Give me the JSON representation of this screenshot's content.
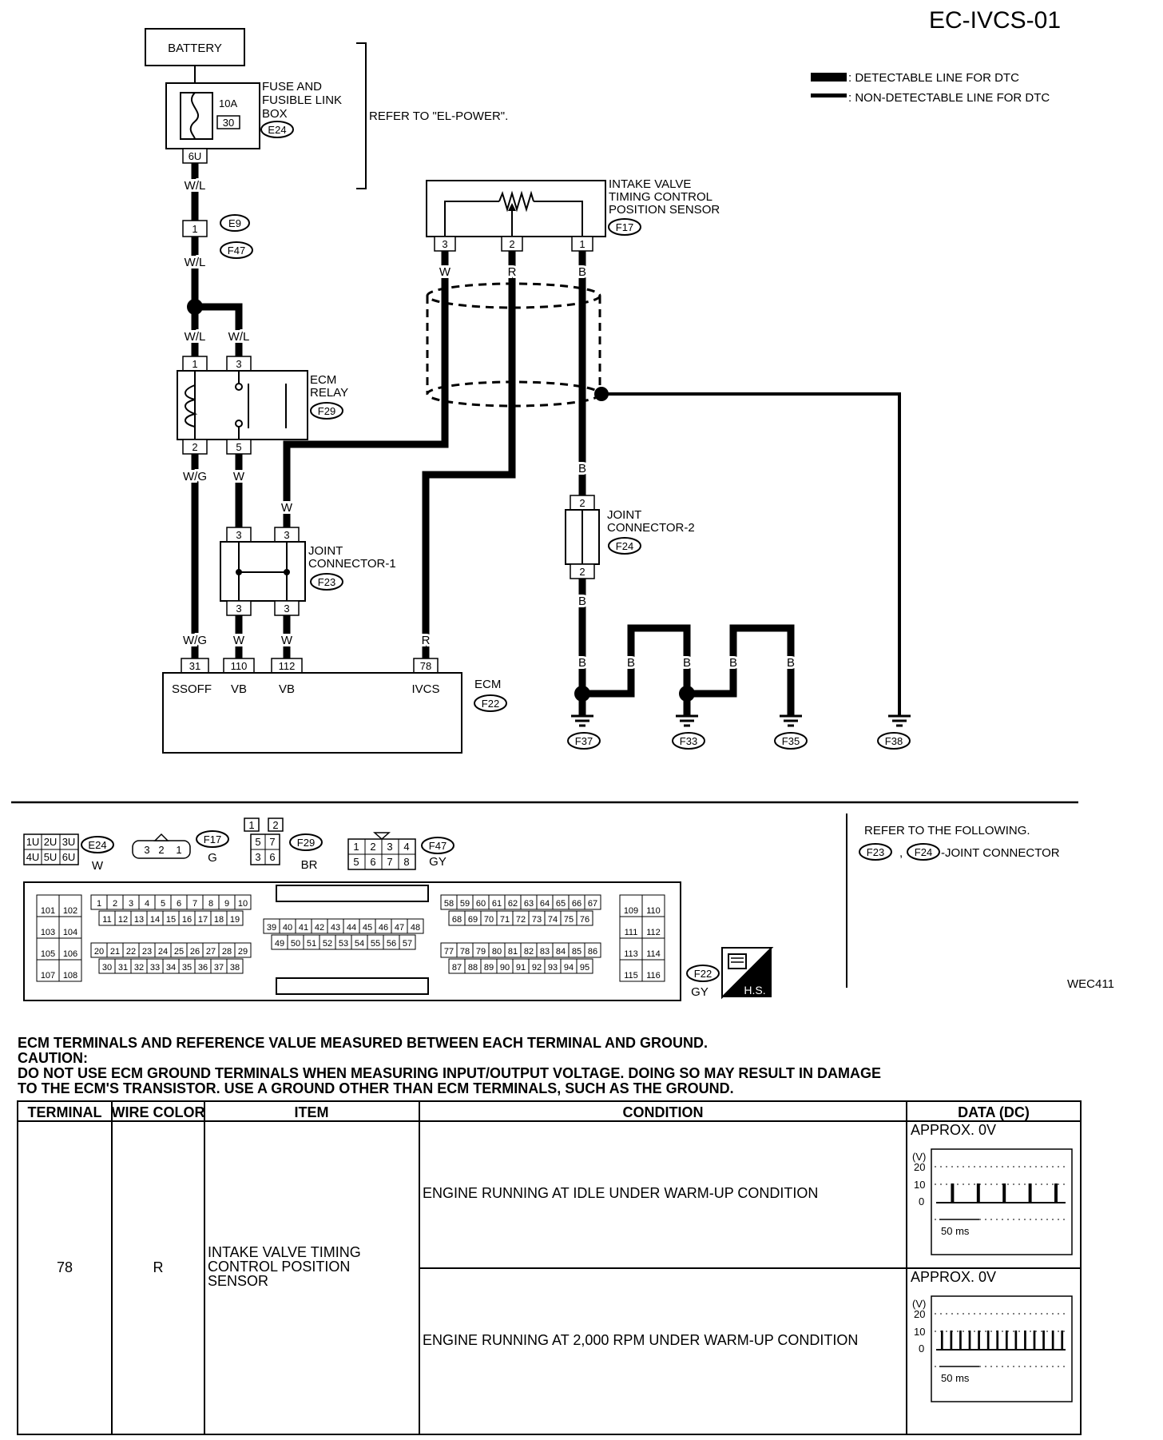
{
  "page_id": "EC-IVCS-01",
  "figure_code": "WEC411",
  "legend": {
    "detectable": ": DETECTABLE LINE FOR DTC",
    "non_detectable": ": NON-DETECTABLE LINE FOR DTC"
  },
  "battery": "BATTERY",
  "fuse_box": {
    "line1": "FUSE AND",
    "line2": "FUSIBLE LINK",
    "line3": "BOX",
    "conn": "E24",
    "amp": "10A",
    "num": "30",
    "pin": "6U"
  },
  "refer_power": "REFER TO \"EL-POWER\".",
  "inline_conn": {
    "pin": "1",
    "conn_a": "E9",
    "conn_b": "F47"
  },
  "ecm_relay": {
    "line1": "ECM",
    "line2": "RELAY",
    "conn": "F29",
    "pins": [
      "1",
      "3",
      "2",
      "5"
    ]
  },
  "joint1": {
    "line1": "JOINT",
    "line2": "CONNECTOR-1",
    "conn": "F23",
    "pin": "3"
  },
  "joint2": {
    "line1": "JOINT",
    "line2": "CONNECTOR-2",
    "conn": "F24",
    "pin": "2"
  },
  "sensor": {
    "line1": "INTAKE VALVE",
    "line2": "TIMING CONTROL",
    "line3": "POSITION SENSOR",
    "conn": "F17",
    "pins": [
      "3",
      "2",
      "1"
    ]
  },
  "ecm": {
    "label": "ECM",
    "conn": "F22",
    "pins": [
      "31",
      "110",
      "112",
      "78"
    ],
    "names": [
      "SSOFF",
      "VB",
      "VB",
      "IVCS"
    ]
  },
  "wire_colors": {
    "wl": "W/L",
    "wg": "W/G",
    "w": "W",
    "r": "R",
    "b": "B"
  },
  "grounds": [
    "F37",
    "F33",
    "F35",
    "F38"
  ],
  "connector_refs": {
    "e24": "E24",
    "e24_color": "W",
    "f17": "F17",
    "f17_color": "G",
    "f29": "F29",
    "f29_color": "BR",
    "f47": "F47",
    "f47_color": "GY",
    "f22": "F22",
    "f22_color": "GY",
    "hs": "H.S.",
    "refer_following": "REFER TO THE FOLLOWING.",
    "refer_f23": "F23",
    "refer_f24": "F24",
    "joint_connector": "-JOINT CONNECTOR"
  },
  "ecm_pin_groups": {
    "g1": [
      "101",
      "102",
      "103",
      "104",
      "105",
      "106",
      "107",
      "108"
    ],
    "row1": [
      "1",
      "2",
      "3",
      "4",
      "5",
      "6",
      "7",
      "8",
      "9",
      "10"
    ],
    "row2": [
      "11",
      "12",
      "13",
      "14",
      "15",
      "16",
      "17",
      "18",
      "19"
    ],
    "row3": [
      "20",
      "21",
      "22",
      "23",
      "24",
      "25",
      "26",
      "27",
      "28",
      "29"
    ],
    "row4": [
      "30",
      "31",
      "32",
      "33",
      "34",
      "35",
      "36",
      "37",
      "38"
    ],
    "mid1": [
      "39",
      "40",
      "41",
      "42",
      "43",
      "44",
      "45",
      "46",
      "47",
      "48"
    ],
    "mid2": [
      "49",
      "50",
      "51",
      "52",
      "53",
      "54",
      "55",
      "56",
      "57"
    ],
    "r1": [
      "58",
      "59",
      "60",
      "61",
      "62",
      "63",
      "64",
      "65",
      "66",
      "67"
    ],
    "r2": [
      "68",
      "69",
      "70",
      "71",
      "72",
      "73",
      "74",
      "75",
      "76"
    ],
    "r3": [
      "77",
      "78",
      "79",
      "80",
      "81",
      "82",
      "83",
      "84",
      "85",
      "86"
    ],
    "r4": [
      "87",
      "88",
      "89",
      "90",
      "91",
      "92",
      "93",
      "94",
      "95"
    ],
    "g2": [
      "109",
      "110",
      "111",
      "112",
      "113",
      "114",
      "115",
      "116"
    ]
  },
  "notes": {
    "heading": "ECM TERMINALS AND REFERENCE VALUE MEASURED BETWEEN EACH TERMINAL AND GROUND.",
    "caution": "CAUTION:",
    "line1": "DO NOT USE ECM GROUND TERMINALS WHEN MEASURING INPUT/OUTPUT VOLTAGE. DOING SO MAY RESULT IN DAMAGE",
    "line2": "TO THE ECM'S TRANSISTOR. USE A GROUND OTHER THAN ECM TERMINALS, SUCH AS THE GROUND."
  },
  "table": {
    "headers": [
      "TERMINAL",
      "WIRE COLOR",
      "ITEM",
      "CONDITION",
      "DATA (DC)"
    ],
    "terminal": "78",
    "wire_color": "R",
    "item": [
      "INTAKE VALVE TIMING",
      "CONTROL POSITION",
      "SENSOR"
    ],
    "rows": [
      {
        "condition": "ENGINE RUNNING AT IDLE UNDER WARM-UP CONDITION",
        "data": "APPROX. 0V"
      },
      {
        "condition": "ENGINE RUNNING AT 2,000 RPM UNDER WARM-UP CONDITION",
        "data": "APPROX. 0V"
      }
    ],
    "scope": {
      "unit": "(V)",
      "ticks": [
        "20",
        "10",
        "0"
      ],
      "time": "50 ms"
    }
  }
}
